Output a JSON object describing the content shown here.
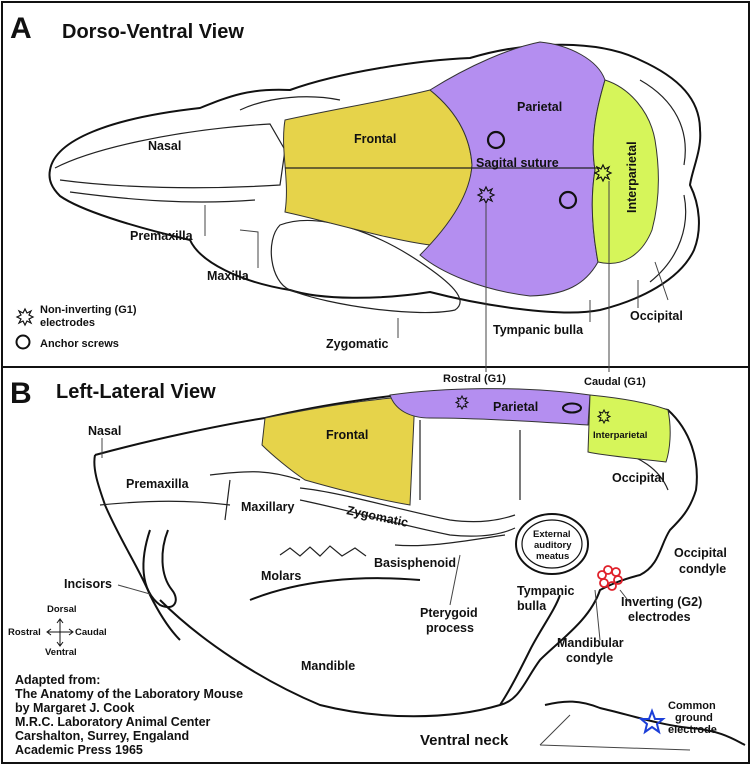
{
  "panel_a": {
    "letter": "A",
    "title": "Dorso-Ventral View",
    "labels": {
      "nasal": "Nasal",
      "frontal": "Frontal",
      "parietal": "Parietal",
      "sagittal_suture": "Sagital suture",
      "interparietal": "Interparietal",
      "premaxilla": "Premaxilla",
      "maxilla": "Maxilla",
      "zygomatic": "Zygomatic",
      "tympanic_bulla": "Tympanic bulla",
      "occipital": "Occipital"
    },
    "legend": {
      "electrode_line1": "Non-inverting (G1)",
      "electrode_line2": "electrodes",
      "screw": "Anchor screws"
    }
  },
  "panel_b": {
    "letter": "B",
    "title": "Left-Lateral View",
    "labels": {
      "rostral_g1": "Rostral (G1)",
      "caudal_g1": "Caudal (G1)",
      "nasal": "Nasal",
      "frontal": "Frontal",
      "parietal": "Parietal",
      "interparietal": "Interparietal",
      "occipital": "Occipital",
      "premaxilla": "Premaxilla",
      "maxillary": "Maxillary",
      "zygomatic": "Zygomatic",
      "external_meatus_1": "External",
      "external_meatus_2": "auditory",
      "external_meatus_3": "meatus",
      "occipital_condyle_1": "Occipital",
      "occipital_condyle_2": "condyle",
      "incisors": "Incisors",
      "molars": "Molars",
      "basisphenoid": "Basisphenoid",
      "tympanic_bulla_1": "Tympanic",
      "tympanic_bulla_2": "bulla",
      "inverting_1": "Inverting (G2)",
      "inverting_2": "electrodes",
      "pterygoid_1": "Pterygoid",
      "pterygoid_2": "process",
      "mandibular_condyle_1": "Mandibular",
      "mandibular_condyle_2": "condyle",
      "mandible": "Mandible",
      "common_ground_1": "Common",
      "common_ground_2": "ground",
      "common_ground_3": "electrode",
      "ventral_neck": "Ventral neck"
    },
    "compass": {
      "dorsal": "Dorsal",
      "ventral": "Ventral",
      "rostral": "Rostral",
      "caudal": "Caudal"
    },
    "credit": [
      "Adapted from:",
      "The Anatomy of the Laboratory Mouse",
      "by Margaret J. Cook",
      "M.R.C. Laboratory Animal Center",
      "Carshalton, Surrey, Engaland",
      "Academic Press 1965"
    ]
  },
  "colors": {
    "frontal": "#e6d34a",
    "parietal": "#b48ef0",
    "interparietal": "#d6f55a",
    "inverting_electrode": "#e0202a",
    "ground_electrode": "#1c3fd8"
  }
}
